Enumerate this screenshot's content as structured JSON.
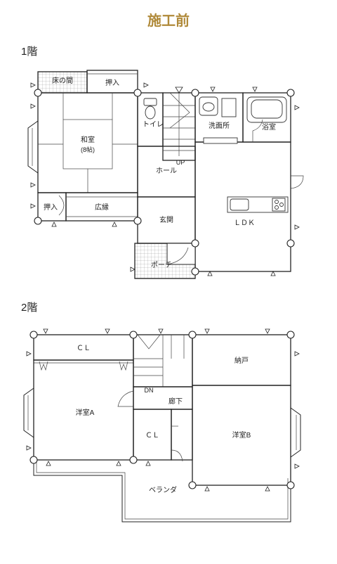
{
  "title": "施工前",
  "floor1": {
    "label": "1階",
    "rooms": {
      "tokonoma": "床の間",
      "oshiire_top": "押入",
      "washitsu": "和室",
      "washitsu_size": "(8帖)",
      "toilet": "トイレ",
      "senmenjo": "洗面所",
      "yokushitsu": "浴室",
      "up": "UP",
      "hall": "ホール",
      "oshiire_bottom": "押入",
      "hiroen": "広縁",
      "genkan": "玄関",
      "ldk": "ＬＤＫ",
      "porch": "ポーチ"
    }
  },
  "floor2": {
    "label": "2階",
    "rooms": {
      "cl_top": "ＣＬ",
      "nando": "納戸",
      "dn": "DN",
      "rouka": "廊下",
      "youshitsu_a": "洋室A",
      "cl_mid": "ＣＬ",
      "youshitsu_b": "洋室B",
      "veranda": "ベランダ"
    }
  },
  "colors": {
    "title": "#b08a3a",
    "line": "#222222"
  }
}
